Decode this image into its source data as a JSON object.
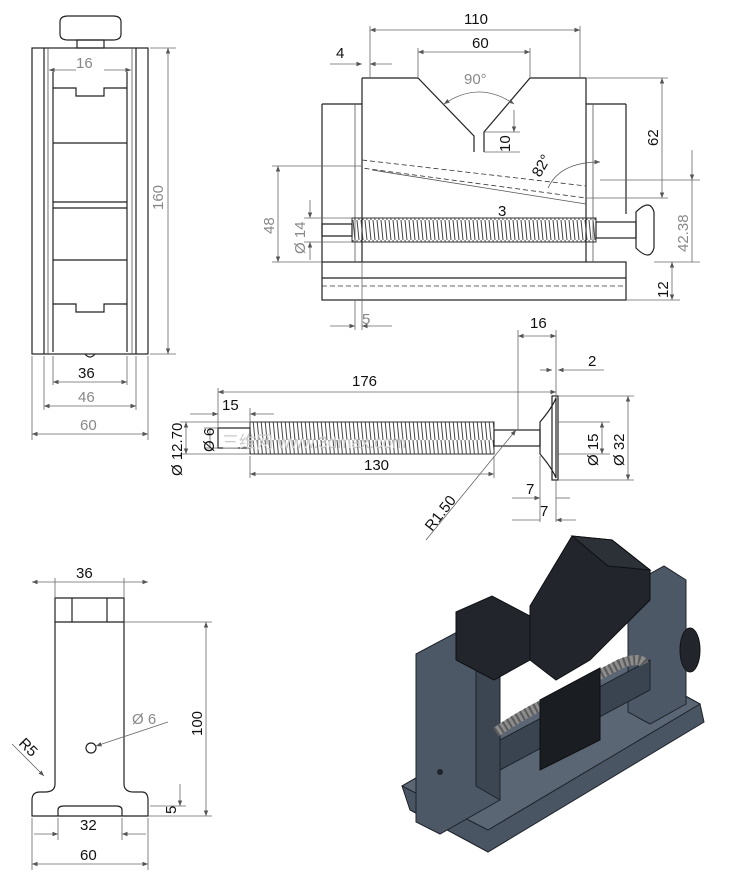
{
  "watermark": "三维网 www.3dmax.com",
  "views": {
    "top_view": {
      "dims": [
        "16",
        "160",
        "36",
        "46",
        "60"
      ]
    },
    "front_view": {
      "dims": [
        "110",
        "60",
        "4",
        "90°",
        "62",
        "10",
        "82°",
        "3",
        "48",
        "Ø 14",
        "42.38",
        "12",
        "5"
      ]
    },
    "screw_view": {
      "dims": [
        "16",
        "2",
        "176",
        "15",
        "Ø 12.70",
        "Ø 6",
        "130",
        "Ø 15",
        "Ø 32",
        "7",
        "7",
        "R1.50"
      ]
    },
    "side_view": {
      "dims": [
        "36",
        "Ø 6",
        "100",
        "R5",
        "5",
        "32",
        "60"
      ]
    },
    "iso_view": {
      "colors": {
        "body": "#4a5563",
        "jaw": "#22262c",
        "screw": "#8c8c8c"
      }
    }
  }
}
